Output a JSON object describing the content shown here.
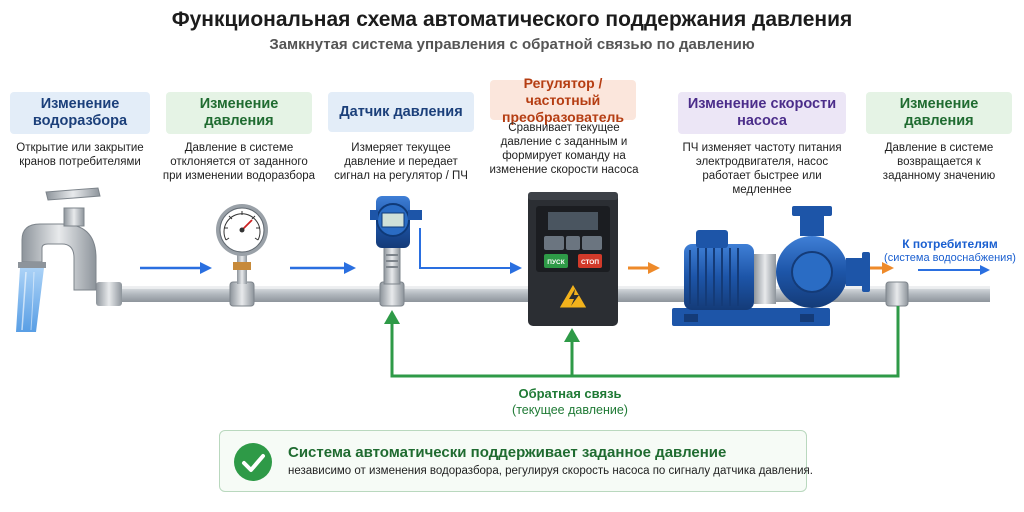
{
  "title": "Функциональная схема автоматического поддержания давления",
  "subtitle": "Замкнутая система управления с обратной связью по давлению",
  "steps": [
    {
      "title": "Изменение водоразбора",
      "text": "Открытие или закрытие кранов потребителями",
      "bg": "#e3edf8",
      "color": "#1b3f7a"
    },
    {
      "title": "Изменение давления",
      "text": "Давление в системе отклоняется от заданного при изменении водоразбора",
      "bg": "#e5f3e5",
      "color": "#1f6b30"
    },
    {
      "title": "Датчик давления",
      "text": "Измеряет текущее давление и передает сигнал на регулятор / ПЧ",
      "bg": "#e3edf8",
      "color": "#1b3f7a"
    },
    {
      "title": "Регулятор / частотный преобразователь",
      "text": "Сравнивает текущее давление с заданным и формирует команду на изменение скорости насоса",
      "bg": "#fbe6dc",
      "color": "#b53d12"
    },
    {
      "title": "Изменение скорости насоса",
      "text": "ПЧ изменяет частоту питания электродвигателя, насос работает быстрее или медленнее",
      "bg": "#ece6f6",
      "color": "#4b2d8a"
    },
    {
      "title": "Изменение давления",
      "text": "Давление в системе возвращается к заданному значению",
      "bg": "#e5f3e5",
      "color": "#1f6b30"
    }
  ],
  "vfd": {
    "start_label": "ПУСК",
    "stop_label": "СТОП"
  },
  "feedback": {
    "title": "Обратная связь",
    "subtitle": "(текущее давление)"
  },
  "consumer": {
    "title": "К потребителям",
    "subtitle": "(система водоснабжения)"
  },
  "summary": {
    "title": "Система автоматически поддерживает заданное давление",
    "text": "независимо от изменения водоразбора, регулируя скорость насоса по сигналу датчика давления."
  },
  "colors": {
    "flow_arrow": "#2a6fe0",
    "pump_arrow": "#ee8a2a",
    "feedback": "#2e9a47",
    "pump": "#1d55a8",
    "pipe": "#b9bfc5"
  }
}
